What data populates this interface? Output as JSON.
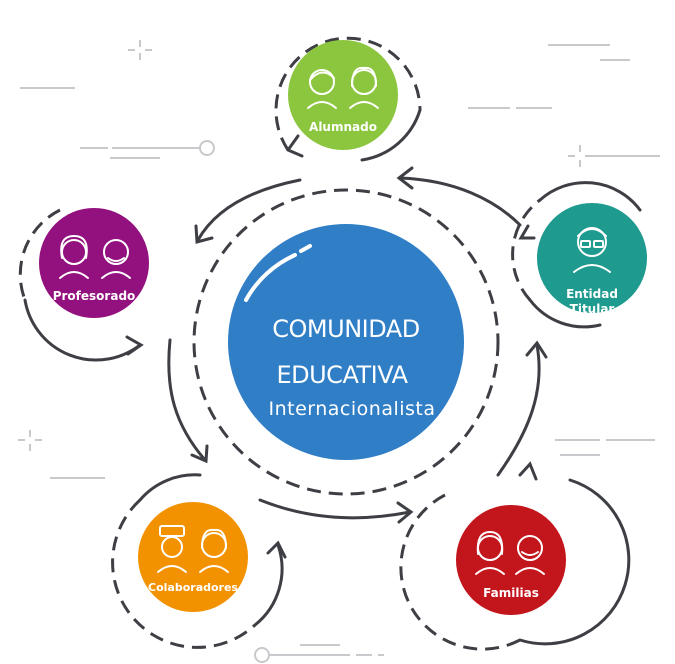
{
  "center": {
    "line1": "COMUNIDAD",
    "line2": "EDUCATIVA",
    "line3": "Internacionalista",
    "color": "#2f7ec6"
  },
  "nodes": [
    {
      "key": "alumnado",
      "label": "Alumnado",
      "color": "#8cc63f",
      "icon": "student-pair-icon"
    },
    {
      "key": "entidad",
      "label_line1": "Entidad",
      "label_line2": "Titular",
      "color": "#1f9a8f",
      "icon": "person-with-glasses-icon"
    },
    {
      "key": "familias",
      "label": "Familias",
      "color": "#c3151c",
      "icon": "family-pair-icon"
    },
    {
      "key": "colaboradores",
      "label": "Colaboradores",
      "color": "#f39200",
      "icon": "collaborator-pair-icon"
    },
    {
      "key": "profesorado",
      "label": "Profesorado",
      "color": "#93117e",
      "icon": "teacher-pair-icon"
    }
  ],
  "colors": {
    "arrow": "#3d3f45",
    "decoration": "#c8c9cc"
  }
}
